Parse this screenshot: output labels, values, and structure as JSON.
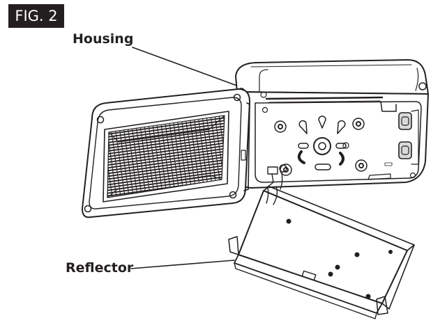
{
  "figure": {
    "label": "FIG. 2"
  },
  "callouts": {
    "housing": "Housing",
    "reflector": "Reflector"
  },
  "colors": {
    "ink": "#231f20",
    "paper": "#ffffff",
    "shade": "#d9d9d9"
  }
}
